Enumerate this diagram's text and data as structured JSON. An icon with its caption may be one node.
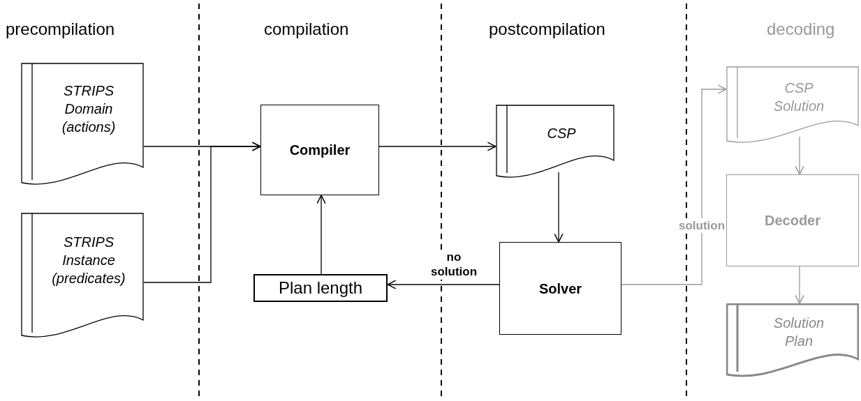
{
  "diagram": {
    "nodes": [
      {
        "text": [
          "STRIPS Domain (actions)"
        ]
      },
      {
        "text": [
          "STRIPS Instance (predicates)"
        ]
      },
      {
        "text": [
          "Compiler"
        ]
      },
      {
        "text": [
          "Plan length"
        ]
      },
      {
        "text": [
          "CSP"
        ]
      },
      {
        "text": [
          "Solver"
        ]
      },
      {
        "text": [
          "CSP Solution"
        ]
      },
      {
        "text": [
          "Decoder"
        ]
      },
      {
        "text": [
          "Solution Plan"
        ]
      }
    ],
    "edges": [
      {
        "from": 0,
        "to": 2,
        "arrow": "to"
      },
      {
        "from": 1,
        "to": 2,
        "arrow": "to"
      },
      {
        "from": 2,
        "to": 4,
        "arrow": "to"
      },
      {
        "from": 4,
        "to": 5,
        "arrow": "to"
      },
      {
        "from": 5,
        "to": 3,
        "arrow": "to",
        "label": "no solution"
      },
      {
        "from": 3,
        "to": 2,
        "arrow": "to"
      },
      {
        "from": 5,
        "to": 6,
        "arrow": "to",
        "label": "solution",
        "color": "#999999"
      },
      {
        "from": 6,
        "to": 7,
        "arrow": "to",
        "color": "#999999"
      },
      {
        "from": 7,
        "to": 8,
        "arrow": "to",
        "color": "#999999"
      }
    ],
    "labels": [
      "precompilation",
      "compilation",
      "postcompilation",
      "decoding"
    ]
  }
}
